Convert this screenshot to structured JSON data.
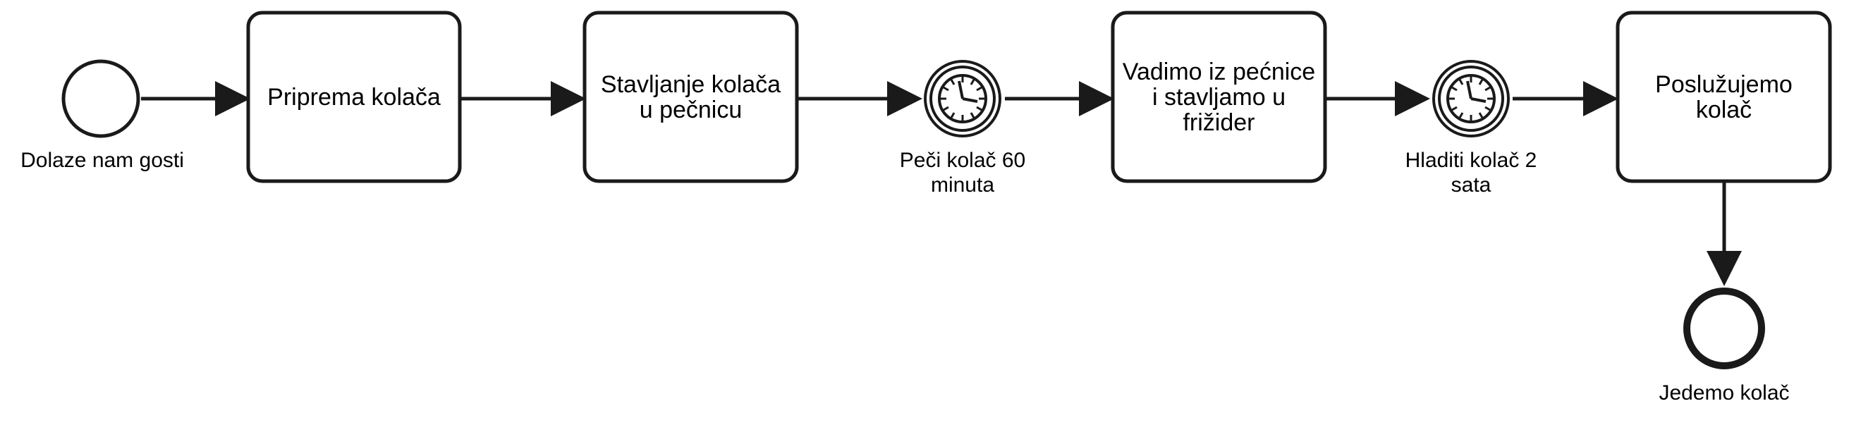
{
  "diagram": {
    "start_event": {
      "label": "Dolaze nam gosti"
    },
    "tasks": [
      {
        "id": "t1",
        "label": "Priprema kolača"
      },
      {
        "id": "t2",
        "label": "Stavljanje kolača u pečnicu"
      },
      {
        "id": "t3",
        "label": "Vadimo iz pećnice i stavljamo u frižider"
      },
      {
        "id": "t4",
        "label": "Poslužujemo kolač"
      }
    ],
    "timer_events": [
      {
        "id": "tm1",
        "label": "Peči kolač 60 minuta"
      },
      {
        "id": "tm2",
        "label": "Hladiti kolač 2 sata"
      }
    ],
    "end_event": {
      "label": "Jedemo kolač"
    },
    "colors": {
      "stroke": "#1a1a1a",
      "fill": "#ffffff",
      "text": "#000000"
    }
  }
}
